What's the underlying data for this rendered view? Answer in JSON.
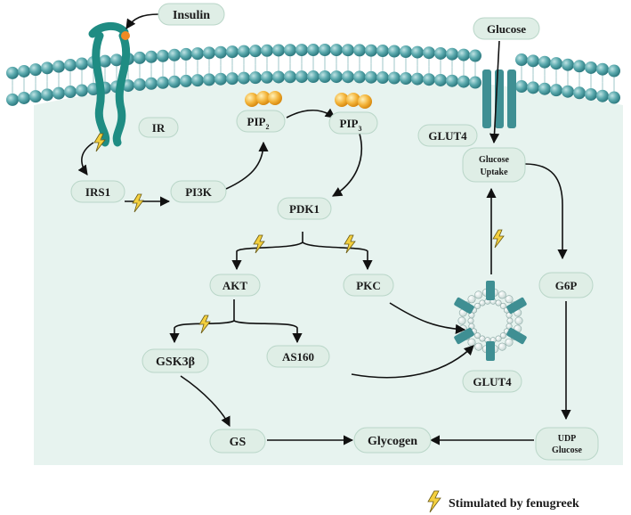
{
  "nodes": {
    "insulin": "Insulin",
    "ir": "IR",
    "pip2": "PIP",
    "pip2_sub": "2",
    "pip3": "PIP",
    "pip3_sub": "3",
    "irs1": "IRS1",
    "pi3k": "PI3K",
    "pdk1": "PDK1",
    "akt": "AKT",
    "pkc": "PKC",
    "gsk3b": "GSK3β",
    "as160": "AS160",
    "gs": "GS",
    "glycogen": "Glycogen",
    "glucose": "Glucose",
    "glut4_membrane": "GLUT4",
    "glucose_uptake_1": "Glucose",
    "glucose_uptake_2": "Uptake",
    "g6p": "G6P",
    "udp_glucose_1": "UDP",
    "udp_glucose_2": "Glucose",
    "glut4_vesicle": "GLUT4"
  },
  "legend": {
    "label": "Stimulated by fenugreek",
    "icon": "lightning-bolt-icon"
  },
  "colors": {
    "membrane_bead": "#5aa9ad",
    "cytoplasm": "#e7f3ef",
    "node_fill": "#dfeee6",
    "bolt": "#f4d03f",
    "pip_bead": "#f3b43a",
    "receptor": "#1f8c83"
  }
}
